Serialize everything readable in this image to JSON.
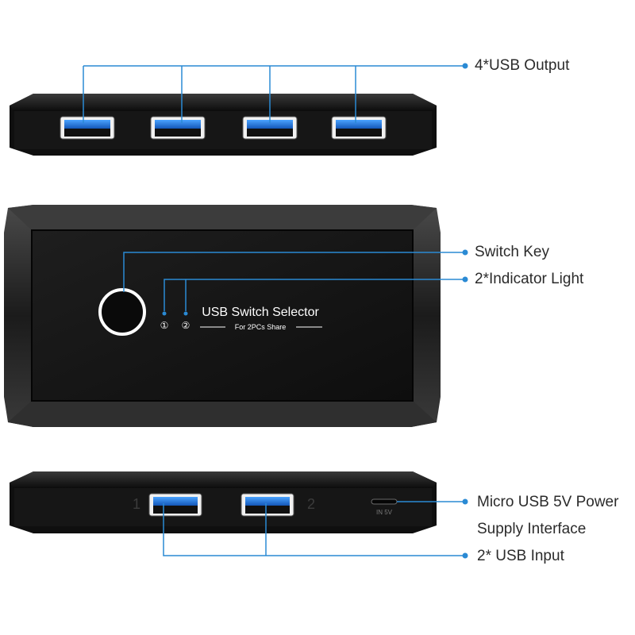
{
  "callouts": {
    "usb_output": "4*USB Output",
    "switch_key": "Switch Key",
    "indicator_light": "2*Indicator Light",
    "power_line1": "Micro USB 5V Power",
    "power_line2": "Supply Interface",
    "usb_input": "2* USB Input"
  },
  "device": {
    "title": "USB Switch Selector",
    "subtitle": "For 2PCs Share",
    "led_1": "①",
    "led_2": "②",
    "port_1": "1",
    "port_2": "2",
    "power_port_label": "IN 5V"
  },
  "colors": {
    "body": "#141414",
    "bezel": "#2a2a2a",
    "usb_blue": "#1f6fd6",
    "callout_line": "#2a8ad4",
    "label_text": "#2b2b2b"
  }
}
